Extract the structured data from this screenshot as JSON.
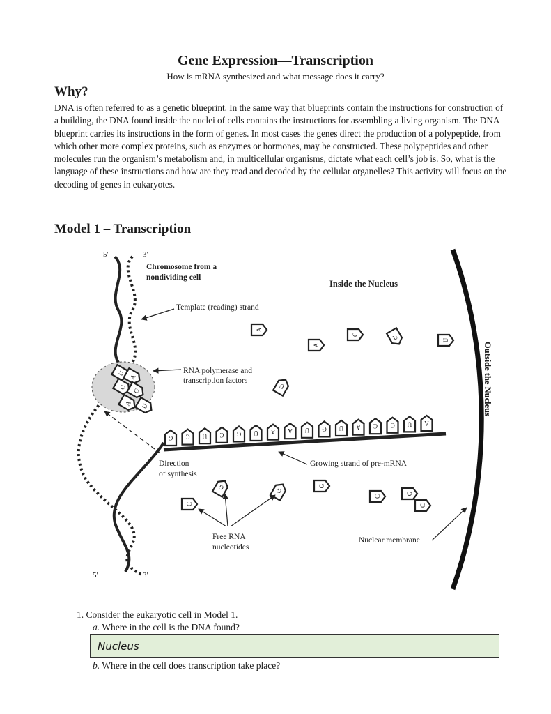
{
  "header": {
    "title": "Gene Expression—Transcription",
    "subtitle": "How is mRNA synthesized and what message does it carry?"
  },
  "why": {
    "heading": "Why?",
    "text": "DNA is often referred to as a genetic blueprint. In the same way that blueprints contain the instructions for construction of a building, the DNA found inside the nuclei of cells contains the instructions for assembling a living organism. The DNA blueprint carries its instructions in the form of genes. In most cases the genes direct the production of a polypeptide, from which other more complex proteins, such as enzymes or hormones, may be constructed. These polypeptides and other molecules run the organism’s metabolism and, in multicellular organisms, dictate what each cell’s job is. So, what is the language of these instructions and how are they read and decoded by the cellular organelles? This activity will focus on the decoding of genes in eukaryotes."
  },
  "model": {
    "heading": "Model 1 – Transcription",
    "labels": {
      "five_prime_top": "5′",
      "three_prime_top": "3′",
      "chromosome_line1": "Chromosome from a",
      "chromosome_line2": "nondividing cell",
      "inside_nucleus": "Inside the Nucleus",
      "outside_nucleus": "Outside the Nucleus",
      "template_strand": "Template (reading) strand",
      "rna_pol_line1": "RNA polymerase and",
      "rna_pol_line2": "transcription factors",
      "direction_line1": "Direction",
      "direction_line2": "of synthesis",
      "growing_strand": "Growing strand of pre-mRNA",
      "free_rna_line1": "Free RNA",
      "free_rna_line2": "nucleotides",
      "nuclear_membrane": "Nuclear membrane",
      "five_prime_bottom": "5′",
      "three_prime_bottom": "3′"
    },
    "mrna_sequence": [
      "G",
      "C",
      "U",
      "C",
      "G",
      "U",
      "A",
      "A",
      "U",
      "G",
      "U",
      "A",
      "C",
      "G",
      "U",
      "A"
    ],
    "bubble_bases": [
      "U",
      "A",
      "C",
      "G",
      "A",
      "U"
    ],
    "free_nucleotides": [
      "A",
      "A",
      "C",
      "U",
      "U",
      "G",
      "G",
      "G",
      "G",
      "U",
      "C",
      "C",
      "C"
    ]
  },
  "questions": {
    "q1": "1.  Consider the eukaryotic cell in Model 1.",
    "q1a_letter": "a.",
    "q1a_text": " Where in the cell is the DNA found?",
    "q1a_answer": "Nucleus",
    "q1b_letter": "b.",
    "q1b_text": " Where in the cell does transcription take place?"
  }
}
